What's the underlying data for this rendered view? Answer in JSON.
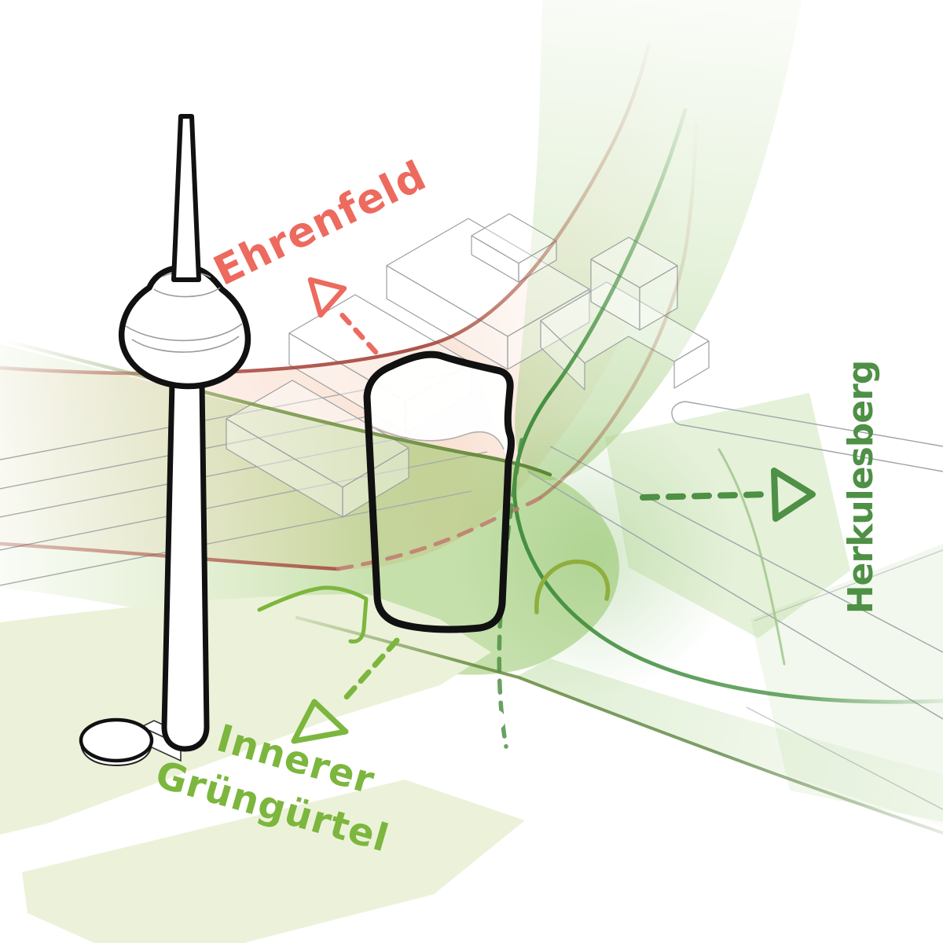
{
  "diagram": {
    "labels": {
      "ehrenfeld": {
        "text": "Ehrenfeld",
        "color": "#ed6a5e"
      },
      "herkulesberg": {
        "text": "Herkulesberg",
        "color": "#4e9045"
      },
      "innerer_gruenguertel": {
        "line1": "Innerer",
        "line2": "Grüngürtel",
        "color": "#7cb63e"
      }
    },
    "palette": {
      "axis_red_edge": "#a6453c",
      "axis_red_dash": "#c07a6f",
      "corridor_green_edge": "#3f8c3c",
      "band_olive_edge": "#6f933b",
      "park_boundary_green": "#7cb63e",
      "pale_park_green": "#ecf2d9",
      "outline_black": "#111111",
      "context_line_gray": "#9aa0a0"
    }
  }
}
